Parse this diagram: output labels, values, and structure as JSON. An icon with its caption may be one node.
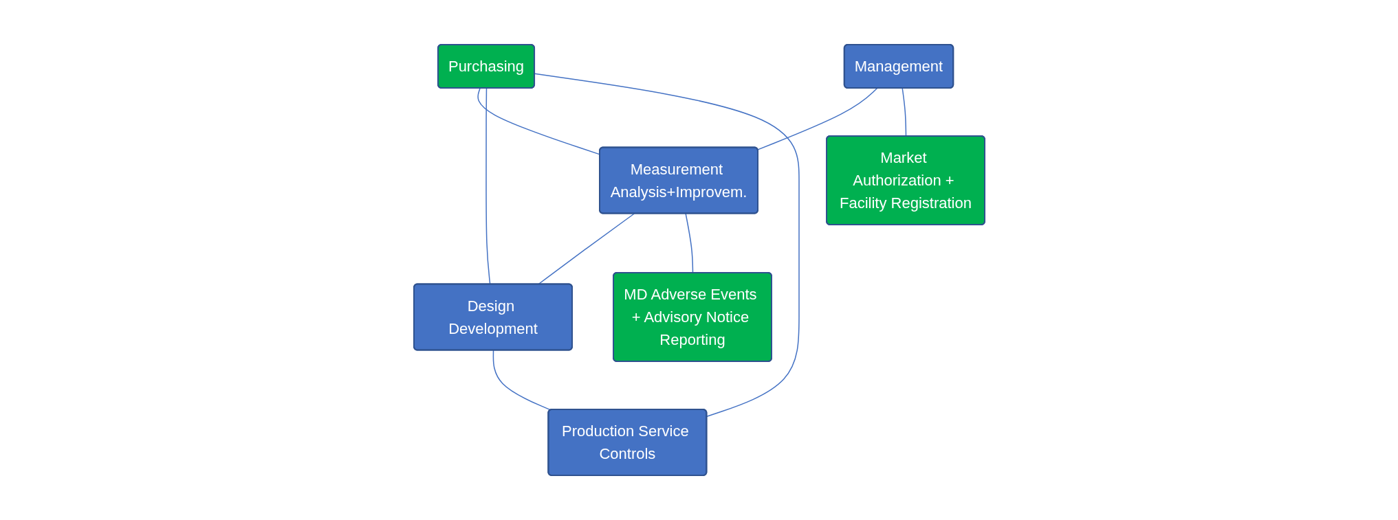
{
  "diagram": {
    "nodes": [
      {
        "text": [
          "Purchasing"
        ]
      },
      {
        "text": [
          "Management"
        ]
      },
      {
        "text": [
          "Measurement Analysis+Improvem."
        ]
      },
      {
        "text": [
          "Design Development"
        ]
      },
      {
        "text": [
          "Production Service Controls"
        ]
      },
      {
        "text": [
          "MD Adverse Events + Advisory Notice Reporting"
        ]
      },
      {
        "text": [
          "Market Authorization + Facility Registration"
        ]
      }
    ],
    "edges": [
      {
        "from": 0,
        "to": 2,
        "arrow": "none"
      },
      {
        "from": 0,
        "to": 3,
        "arrow": "none"
      },
      {
        "from": 0,
        "to": 4,
        "arrow": "none"
      },
      {
        "from": 1,
        "to": 2,
        "arrow": "none"
      },
      {
        "from": 2,
        "to": 3,
        "arrow": "none"
      },
      {
        "from": 3,
        "to": 4,
        "arrow": "none"
      },
      {
        "from": 2,
        "to": 5,
        "arrow": "none"
      },
      {
        "from": 1,
        "to": 6,
        "arrow": "none"
      }
    ]
  }
}
